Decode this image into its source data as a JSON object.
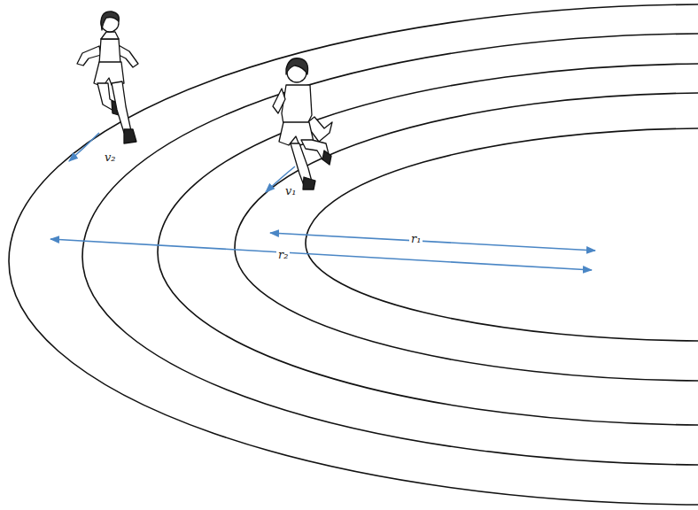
{
  "diagram": {
    "labels": [
      "v₂",
      "v₁",
      "r₁",
      "r₂"
    ]
  }
}
